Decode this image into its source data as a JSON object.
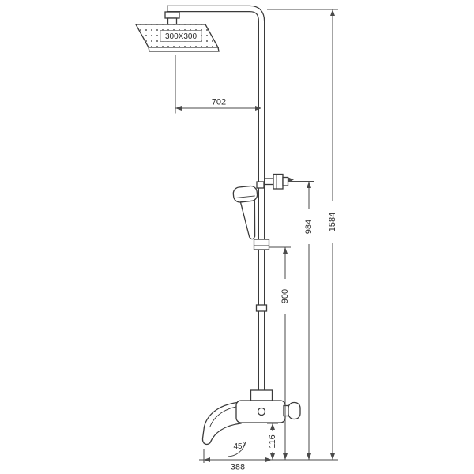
{
  "diagram": {
    "head_label": "300X300",
    "dims": {
      "arm_offset": "702",
      "total_height": "1584",
      "holder_height": "984",
      "riser_height": "900",
      "spout_drop": "116",
      "spout_reach": "388",
      "spout_angle": "45°"
    },
    "colors": {
      "line": "#3a3a3a",
      "dim": "#4a4a4a",
      "bg": "#ffffff"
    }
  }
}
